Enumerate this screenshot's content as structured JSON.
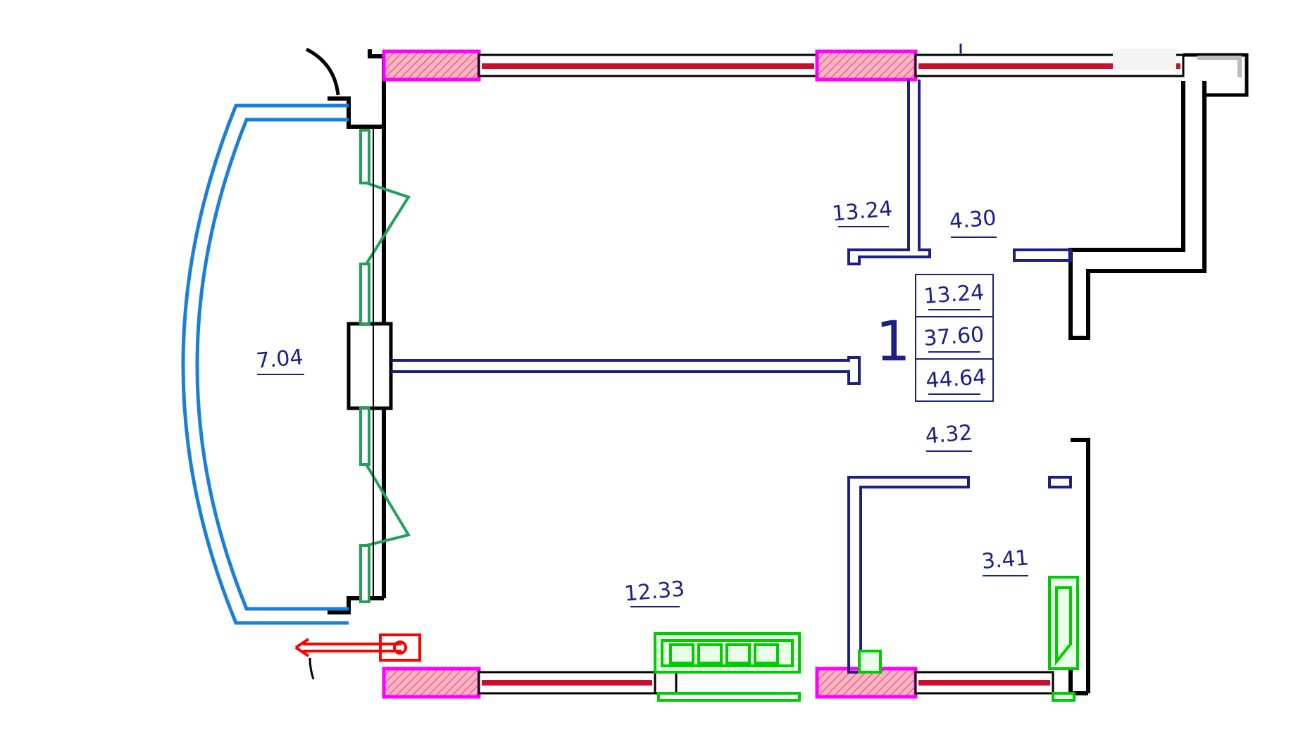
{
  "apartment": {
    "number": "1",
    "areas": {
      "living": "13.24",
      "total": "37.60",
      "total_with_balcony": "44.64"
    }
  },
  "rooms": {
    "balcony": "7.04",
    "room_top": "13.24",
    "small_top_right": "4.30",
    "corridor": "4.32",
    "kitchen": "12.33",
    "bathroom": "3.41"
  },
  "colors": {
    "wall": "#000000",
    "partition": "#1c1f86",
    "balcony": "#1a7fd9",
    "window": "#22a05a",
    "window_hatch": "#ff00ff",
    "red_wall": "#c8102e",
    "fixture": "#00cc00",
    "riser": "#ff0000"
  }
}
